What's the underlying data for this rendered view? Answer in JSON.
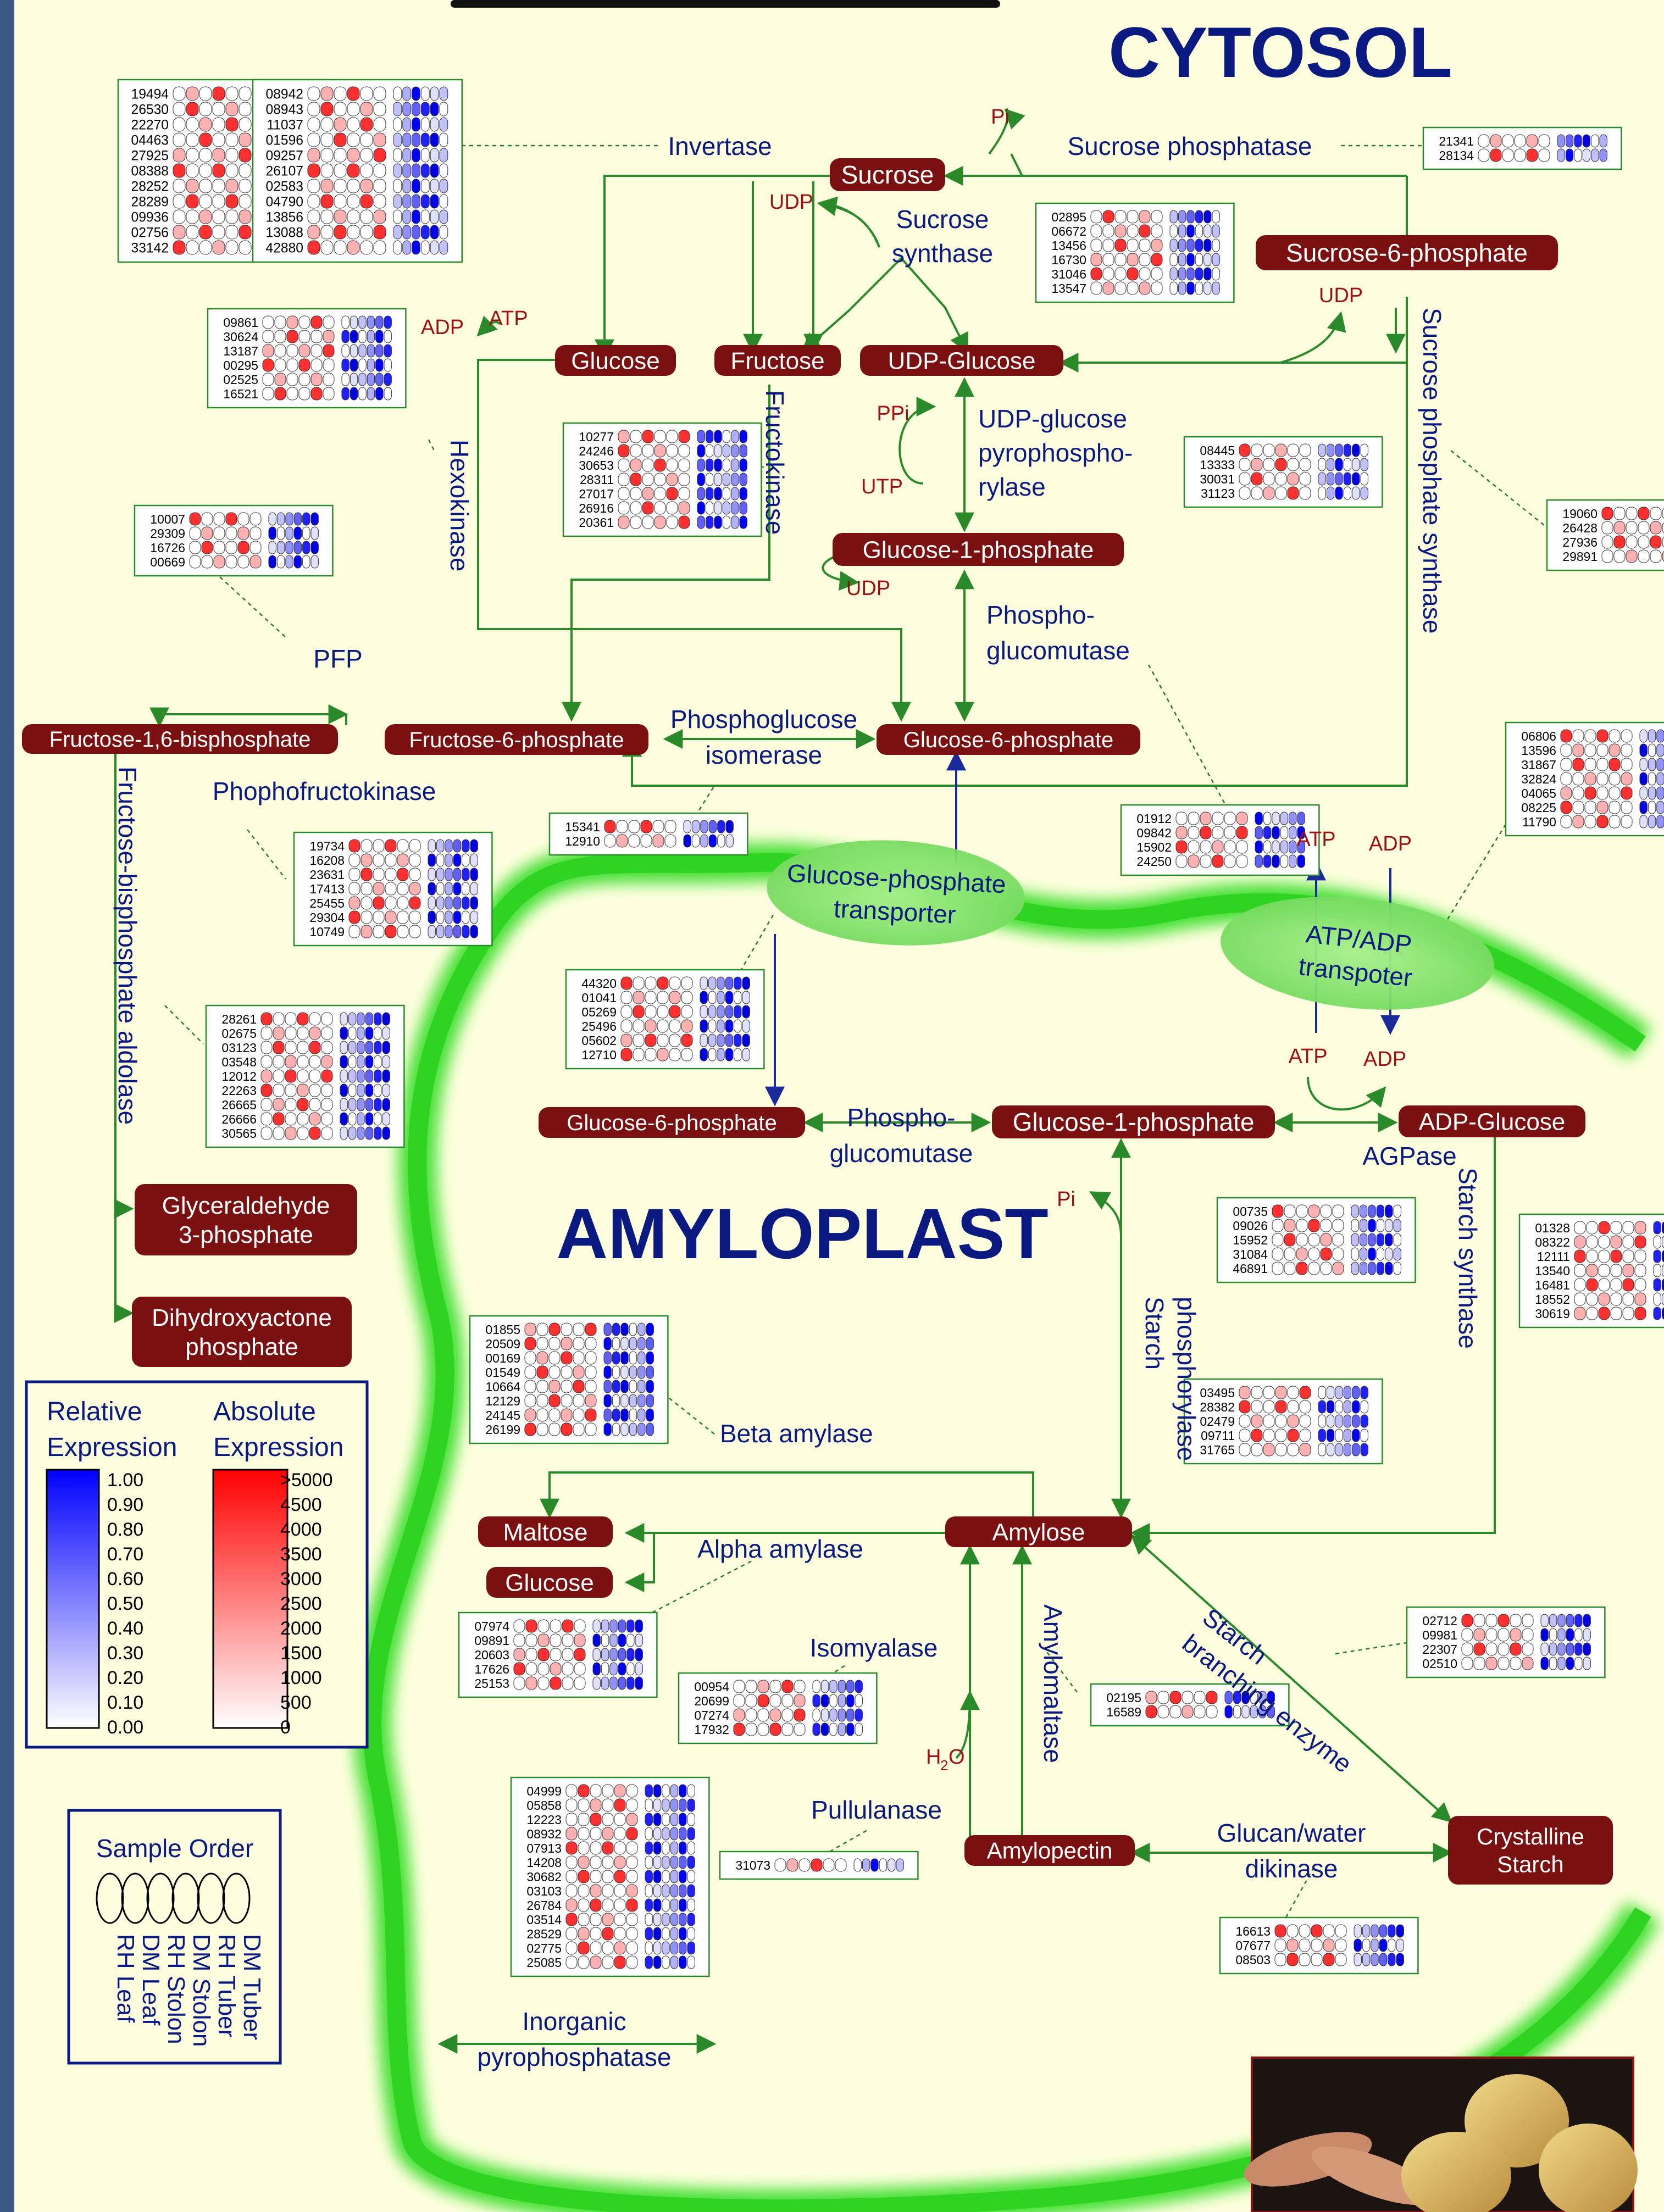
{
  "compartments": {
    "cytosol": "CYTOSOL",
    "amyloplast": "AMYLOPLAST"
  },
  "metabolites": {
    "sucrose": "Sucrose",
    "glucose_cyt": "Glucose",
    "fructose": "Fructose",
    "udp_glucose": "UDP-Glucose",
    "sucrose_6p": "Sucrose-6-phosphate",
    "glucose_1p_cyt": "Glucose-1-phosphate",
    "fructose_16bp": "Fructose-1,6-bisphosphate",
    "fructose_6p": "Fructose-6-phosphate",
    "glucose_6p_cyt": "Glucose-6-phosphate",
    "glyceraldehyde_3p": [
      "Glyceraldehyde",
      "3-phosphate"
    ],
    "dihydroxyacetone_p": [
      "Dihydroxyactone",
      "phosphate"
    ],
    "glucose_6p_amy": "Glucose-6-phosphate",
    "glucose_1p_amy": "Glucose-1-phosphate",
    "adp_glucose": "ADP-Glucose",
    "maltose": "Maltose",
    "glucose_amy": "Glucose",
    "amylose": "Amylose",
    "amylopectin": "Amylopectin",
    "crystalline_starch": [
      "Crystalline",
      "Starch"
    ]
  },
  "enzymes": {
    "invertase": "Invertase",
    "sucrose_phosphatase": "Sucrose phosphatase",
    "sucrose_synthase": [
      "Sucrose",
      "synthase"
    ],
    "hexokinase": "Hexokinase",
    "fructokinase": "Fructokinase",
    "ugpase": [
      "UDP-glucose",
      "pyrophospho-",
      "rylase"
    ],
    "sps": "Sucrose phosphate synthase",
    "pfp": "PFP",
    "phosphoglucomutase_cyt": [
      "Phospho-",
      "glucomutase"
    ],
    "pgi": [
      "Phosphoglucose",
      "isomerase"
    ],
    "pfk": "Phophofructokinase",
    "fba": "Fructose-bisphosphate aldolase",
    "gpt": [
      "Glucose-phosphate",
      "transporter"
    ],
    "aat": [
      "ATP/ADP",
      "transpoter"
    ],
    "phosphoglucomutase_amy": [
      "Phospho-",
      "glucomutase"
    ],
    "agpase": "AGPase",
    "starch_synthase": "Starch synthase",
    "starch_phosphorylase": [
      "Starch",
      "phosphorylase"
    ],
    "beta_amylase": "Beta amylase",
    "alpha_amylase": "Alpha amylase",
    "isomyalase": "Isomyalase",
    "amylomaltase": "Amylomaltase",
    "sbe": [
      "Starch",
      "branching enzyme"
    ],
    "pullulanase": "Pullulanase",
    "gwd": [
      "Glucan/water",
      "dikinase"
    ],
    "ppase": [
      "Inorganic",
      "pyrophosphatase"
    ]
  },
  "cofactors": {
    "pi": "Pi",
    "udp": "UDP",
    "adp": "ADP",
    "atp": "ATP",
    "ppi": "PPi",
    "utp": "UTP",
    "h2o": "H",
    "h2o_sub": "2",
    "h2o_end": "O"
  },
  "legend": {
    "relative_title": [
      "Relative",
      "Expression"
    ],
    "absolute_title": [
      "Absolute",
      "Expression"
    ],
    "relative_values": [
      "1.00",
      "0.90",
      "0.80",
      "0.70",
      "0.60",
      "0.50",
      "0.40",
      "0.30",
      "0.20",
      "0.10",
      "0.00"
    ],
    "absolute_values": [
      ">5000",
      "4500",
      "4000",
      "3500",
      "3000",
      "2500",
      "2000",
      "1500",
      "1000",
      "500",
      "0"
    ],
    "sample_order_title": "Sample Order",
    "sample_order": [
      "DM Tuber",
      "RH Tuber",
      "DM Stolon",
      "RH Stolon",
      "DM Leaf",
      "RH Leaf"
    ]
  },
  "gene_sets": {
    "invertase_a": [
      "19494",
      "26530",
      "22270",
      "04463",
      "27925",
      "08388",
      "28252",
      "28289",
      "09936",
      "02756",
      "33142"
    ],
    "invertase_b": [
      "08942",
      "08943",
      "11037",
      "01596",
      "09257",
      "26107",
      "02583",
      "04790",
      "13856",
      "13088",
      "42880"
    ],
    "sucrose_phosphatase": [
      "21341",
      "28134"
    ],
    "sucrose_synthase": [
      "02895",
      "06672",
      "13456",
      "16730",
      "31046",
      "13547"
    ],
    "hexokinase": [
      "09861",
      "30624",
      "13187",
      "00295",
      "02525",
      "16521"
    ],
    "fructokinase": [
      "10277",
      "24246",
      "30653",
      "28311",
      "27017",
      "26916",
      "20361"
    ],
    "ugpase": [
      "08445",
      "13333",
      "30031",
      "31123"
    ],
    "sps": [
      "19060",
      "26428",
      "27936",
      "29891"
    ],
    "pfp": [
      "10007",
      "29309",
      "16726",
      "00669"
    ],
    "pgm_cyt": [
      "01912",
      "09842",
      "15902",
      "24250"
    ],
    "pgi": [
      "15341",
      "12910"
    ],
    "pfk": [
      "19734",
      "16208",
      "23631",
      "17413",
      "25455",
      "29304",
      "10749"
    ],
    "aat": [
      "06806",
      "13596",
      "31867",
      "32824",
      "04065",
      "08225",
      "11790"
    ],
    "gpt": [
      "44320",
      "01041",
      "05269",
      "25496",
      "05602",
      "12710"
    ],
    "fba": [
      "28261",
      "02675",
      "03123",
      "03548",
      "12012",
      "22263",
      "26665",
      "26666",
      "30565"
    ],
    "agpase": [
      "00735",
      "09026",
      "15952",
      "31084",
      "46891"
    ],
    "starch_synthase": [
      "01328",
      "08322",
      "12111",
      "13540",
      "16481",
      "18552",
      "30619"
    ],
    "beta_amylase": [
      "01855",
      "20509",
      "00169",
      "01549",
      "10664",
      "12129",
      "24145",
      "26199"
    ],
    "starch_phosphorylase": [
      "03495",
      "28382",
      "02479",
      "09711",
      "31765"
    ],
    "alpha_amylase": [
      "07974",
      "09891",
      "20603",
      "17626",
      "25153"
    ],
    "isomyalase": [
      "00954",
      "20699",
      "07274",
      "17932"
    ],
    "amylomaltase": [
      "02195",
      "16589"
    ],
    "sbe": [
      "02712",
      "09981",
      "22307",
      "02510"
    ],
    "ppase": [
      "04999",
      "05858",
      "12223",
      "08932",
      "07913",
      "14208",
      "30682",
      "03103",
      "26784",
      "03514",
      "28529",
      "02775",
      "25085"
    ],
    "pullulanase": [
      "31073"
    ],
    "gwd": [
      "16613",
      "07677",
      "08503"
    ]
  },
  "colors": {
    "background": "#ffffdf",
    "metabolite": "#7a1010",
    "enzyme_text": "#0a1a80",
    "cofactor": "#a01010",
    "arrow": "#2a8a2a",
    "membrane": "#33dd22",
    "left_band": "#3c5a86"
  }
}
